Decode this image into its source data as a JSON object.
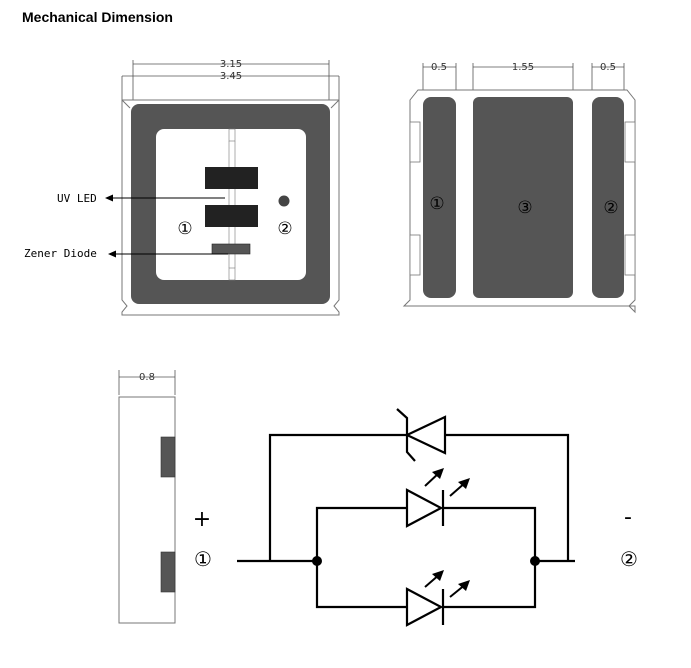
{
  "title": "Mechanical Dimension",
  "top_view": {
    "dim_inner": "3.15",
    "dim_outer": "3.45",
    "label_uv_led": "UV LED",
    "label_zener": "Zener Diode",
    "pin1": "①",
    "pin2": "②"
  },
  "bottom_view": {
    "dim_left": "0.5",
    "dim_center": "1.55",
    "dim_right": "0.5",
    "pad1": "①",
    "pad3": "③",
    "pad2": "②"
  },
  "side_view": {
    "dim_height": "0.8"
  },
  "circuit": {
    "plus": "+",
    "minus": "-",
    "pin1": "①",
    "pin2": "②"
  },
  "colors": {
    "pad": "#555555",
    "line": "#000000"
  }
}
